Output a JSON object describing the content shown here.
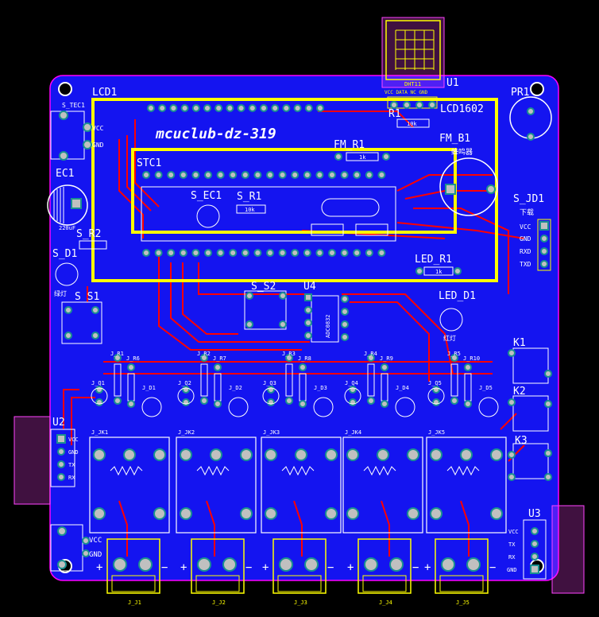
{
  "board": {
    "title": "mcuclub-dz-319",
    "colors": {
      "background": "#000000",
      "copper_fill": "#1414f0",
      "trace_top": "#ff0000",
      "trace_bottom": "#2a2aff",
      "silkscreen": "#ffff00",
      "outline": "#ff00ff",
      "pad": "#c0c0c0",
      "pad_hole": "#1a9090",
      "keepout": "#ff44ff"
    }
  },
  "labels": {
    "lcd1": "LCD1",
    "u1": "U1",
    "pr1": "PR1",
    "dht11": "DHT11",
    "dht11_pins": "VCC DATA NC GND",
    "lcd1602": "LCD1602",
    "r1": "R1",
    "r1_val": "10k",
    "s_tec1": "S_TEC1",
    "vcc": "VCC",
    "gnd": "GND",
    "ec1": "EC1",
    "ec1_val": "220uF",
    "fm_r1": "FM_R1",
    "fm_r1_val": "1k",
    "fm_b1": "FM_B1",
    "fm_b1_desc": "蜂鸣器",
    "stc1": "STC1",
    "s_ec1": "S_EC1",
    "s_r1": "S_R1",
    "s_r1_val": "10k",
    "s_jd1": "S_JD1",
    "s_jd1_desc": "下载",
    "vcc2": "VCC",
    "gnd2": "GND",
    "rxd": "RXD",
    "txd": "TXD",
    "s_r2": "S_R2",
    "s_d1": "S_D1",
    "s_d1_desc": "绿灯",
    "s_s1": "S_S1",
    "s_s2": "S_S2",
    "u4": "U4",
    "u4_part": "ADC0832",
    "led_r1": "LED_R1",
    "led_r1_val": "1k",
    "led_d1": "LED_D1",
    "led_d1_desc": "红灯",
    "k1": "K1",
    "k2": "K2",
    "k3": "K3",
    "u2": "U2",
    "u2_pins": [
      "VCC",
      "GND",
      "TX",
      "RX"
    ],
    "u3": "U3",
    "u3_pins": [
      "VCC",
      "TX",
      "RX",
      "GND"
    ],
    "vcc3": "VCC",
    "gnd3": "GND"
  },
  "relay_channels": [
    {
      "q": "J_Q1",
      "r1": "J_R1",
      "r2": "J_R6",
      "d": "J_D1",
      "jk": "J_JK1",
      "j": "J_J1"
    },
    {
      "q": "J_Q2",
      "r1": "J_R2",
      "r2": "J_R7",
      "d": "J_D2",
      "jk": "J_JK2",
      "j": "J_J2"
    },
    {
      "q": "J_Q3",
      "r1": "J_R3",
      "r2": "J_R8",
      "d": "J_D3",
      "jk": "J_JK3",
      "j": "J_J3"
    },
    {
      "q": "J_Q4",
      "r1": "J_R4",
      "r2": "J_R9",
      "d": "J_D4",
      "jk": "J_JK4",
      "j": "J_J4"
    },
    {
      "q": "J_Q5",
      "r1": "J_R5",
      "r2": "J_R10",
      "d": "J_D5",
      "jk": "J_JK5",
      "j": "J_J5"
    }
  ],
  "terminal_signs": {
    "plus": "+",
    "minus": "−"
  }
}
